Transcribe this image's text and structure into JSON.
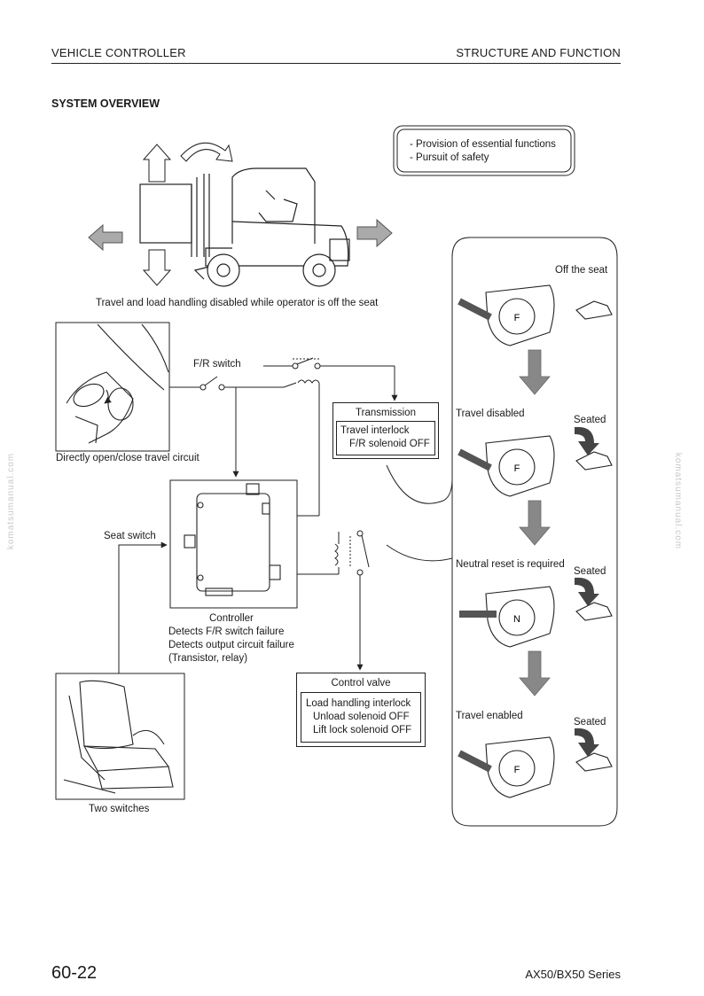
{
  "header": {
    "left": "VEHICLE CONTROLLER",
    "right": "STRUCTURE AND FUNCTION"
  },
  "section_title": "SYSTEM OVERVIEW",
  "notes": [
    "- Provision of essential functions",
    "- Pursuit of safety"
  ],
  "forklift_caption": "Travel and load handling disabled while operator is off the seat",
  "fr_switch_label": "F/R switch",
  "lever_caption": "Directly open/close travel circuit",
  "transmission": {
    "title": "Transmission",
    "lines": [
      "Travel interlock",
      "F/R solenoid OFF"
    ]
  },
  "seat_switch_label": "Seat switch",
  "controller": {
    "title": "Controller",
    "lines": [
      "Detects F/R switch failure",
      "Detects output circuit failure",
      "(Transistor, relay)"
    ]
  },
  "control_valve": {
    "title": "Control valve",
    "lines": [
      "Load handling interlock",
      "Unload solenoid OFF",
      "Lift lock solenoid OFF"
    ]
  },
  "seat_caption": "Two switches",
  "sequence": [
    {
      "state": "Off the seat",
      "seat": "",
      "lever": "F"
    },
    {
      "state": "Travel disabled",
      "seat": "Seated",
      "lever": "F"
    },
    {
      "state": "Neutral reset is required",
      "seat": "Seated",
      "lever": "N"
    },
    {
      "state": "Travel enabled",
      "seat": "Seated",
      "lever": "F"
    }
  ],
  "footer": {
    "page": "60-22",
    "series": "AX50/BX50 Series"
  },
  "watermark": "komatsumanual.com"
}
